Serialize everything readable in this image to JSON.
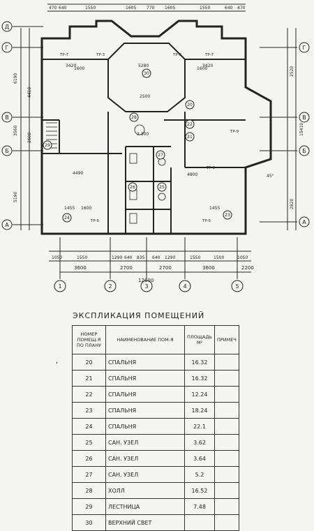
{
  "plan": {
    "axes_letters": [
      "Д",
      "Г",
      "В",
      "Б",
      "А"
    ],
    "axes_numbers": [
      "1",
      "2",
      "3",
      "4",
      "5"
    ],
    "top_dims": [
      "470",
      "640",
      "1550",
      "1605",
      "770",
      "1605",
      "1550",
      "640",
      "470"
    ],
    "left_dims": [
      "6190",
      "4410",
      "3560",
      "2600",
      "5190"
    ],
    "right_dims": [
      "2520",
      "15410",
      "2820"
    ],
    "bottom_dims": [
      "1050",
      "1550",
      "1290",
      "640",
      "835",
      "640",
      "1290",
      "1550",
      "1500",
      "1050"
    ],
    "bottom_spans": [
      "3600",
      "2700",
      "2700",
      "3600",
      "2200"
    ],
    "overall_width": "12600",
    "room_dims": [
      "3420",
      "5280",
      "3420",
      "2500",
      "4490",
      "4800",
      "1455",
      "1600",
      "1455",
      "3.300",
      "1600",
      "1600"
    ],
    "window_labels": [
      "ТР-7",
      "ТР-3",
      "ТР-3",
      "ТР-7",
      "ТР-9",
      "ТР-5",
      "ТР-5",
      "ТР-9"
    ],
    "room_numbers": [
      "30",
      "28",
      "29",
      "27",
      "26",
      "25",
      "24",
      "20",
      "21",
      "22",
      "23"
    ],
    "angle": "45°"
  },
  "explication": {
    "title": "Экспликация   помещений",
    "headers": {
      "num": "Номер помещ-я по плану",
      "name": "Наименование пом-я",
      "area": "Площадь м²",
      "note": "Примеч"
    },
    "rows": [
      {
        "num": "20",
        "name": "Спальня",
        "area": "16.32",
        "note": ""
      },
      {
        "num": "21",
        "name": "Спальня",
        "area": "16.32",
        "note": ""
      },
      {
        "num": "22",
        "name": "Спальня",
        "area": "12.24",
        "note": ""
      },
      {
        "num": "23",
        "name": "Спальня",
        "area": "18.24",
        "note": ""
      },
      {
        "num": "24",
        "name": "Спальня",
        "area": "22.1",
        "note": ""
      },
      {
        "num": "25",
        "name": "Сан. узел",
        "area": "3.62",
        "note": ""
      },
      {
        "num": "26",
        "name": "Сан. узел",
        "area": "3.64",
        "note": ""
      },
      {
        "num": "27",
        "name": "Сан. узел",
        "area": "5.2",
        "note": ""
      },
      {
        "num": "28",
        "name": "Холл",
        "area": "16.52",
        "note": ""
      },
      {
        "num": "29",
        "name": "Лестница",
        "area": "7.48",
        "note": ""
      },
      {
        "num": "30",
        "name": "Верхний свет",
        "area": "",
        "note": ""
      }
    ]
  }
}
